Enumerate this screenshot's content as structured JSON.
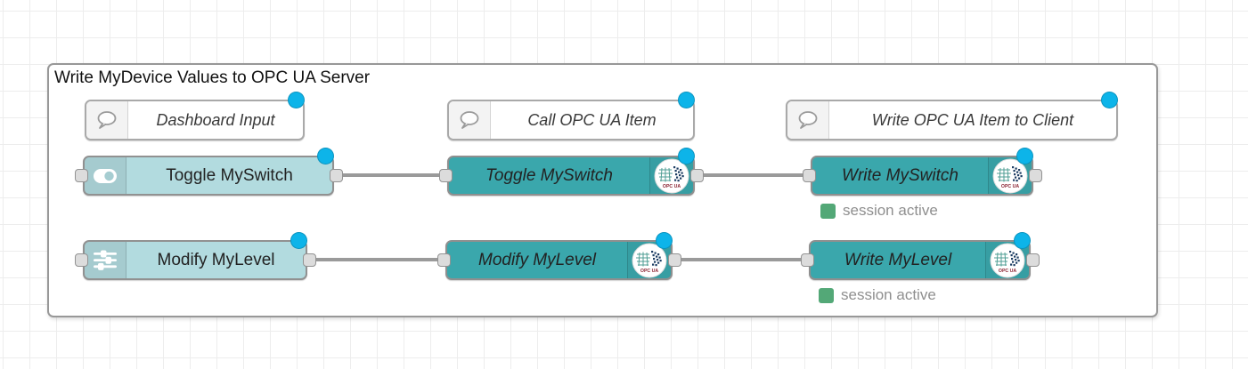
{
  "group": {
    "title": "Write MyDevice Values to OPC UA Server"
  },
  "comments": [
    {
      "label": "Dashboard Input"
    },
    {
      "label": "Call OPC UA Item"
    },
    {
      "label": "Write OPC UA Item to Client"
    }
  ],
  "nodes": {
    "dashboard_switch": {
      "label": "Toggle MySwitch"
    },
    "dashboard_slider": {
      "label": "Modify MyLevel"
    },
    "call_switch": {
      "label": "Toggle MySwitch"
    },
    "call_slider": {
      "label": "Modify MyLevel"
    },
    "write_switch": {
      "label": "Write MySwitch",
      "status": "session active"
    },
    "write_slider": {
      "label": "Write MyLevel",
      "status": "session active"
    }
  },
  "icons": {
    "opcua_label": "OPC UA"
  },
  "colors": {
    "dashboard_node": "#b2dbdf",
    "opcua_node": "#3aa7ac",
    "changed_indicator": "#0db4e9",
    "status_green": "#53a877",
    "wire": "#9a9a9a",
    "group_border": "#989898",
    "grid_line": "#ededed"
  }
}
